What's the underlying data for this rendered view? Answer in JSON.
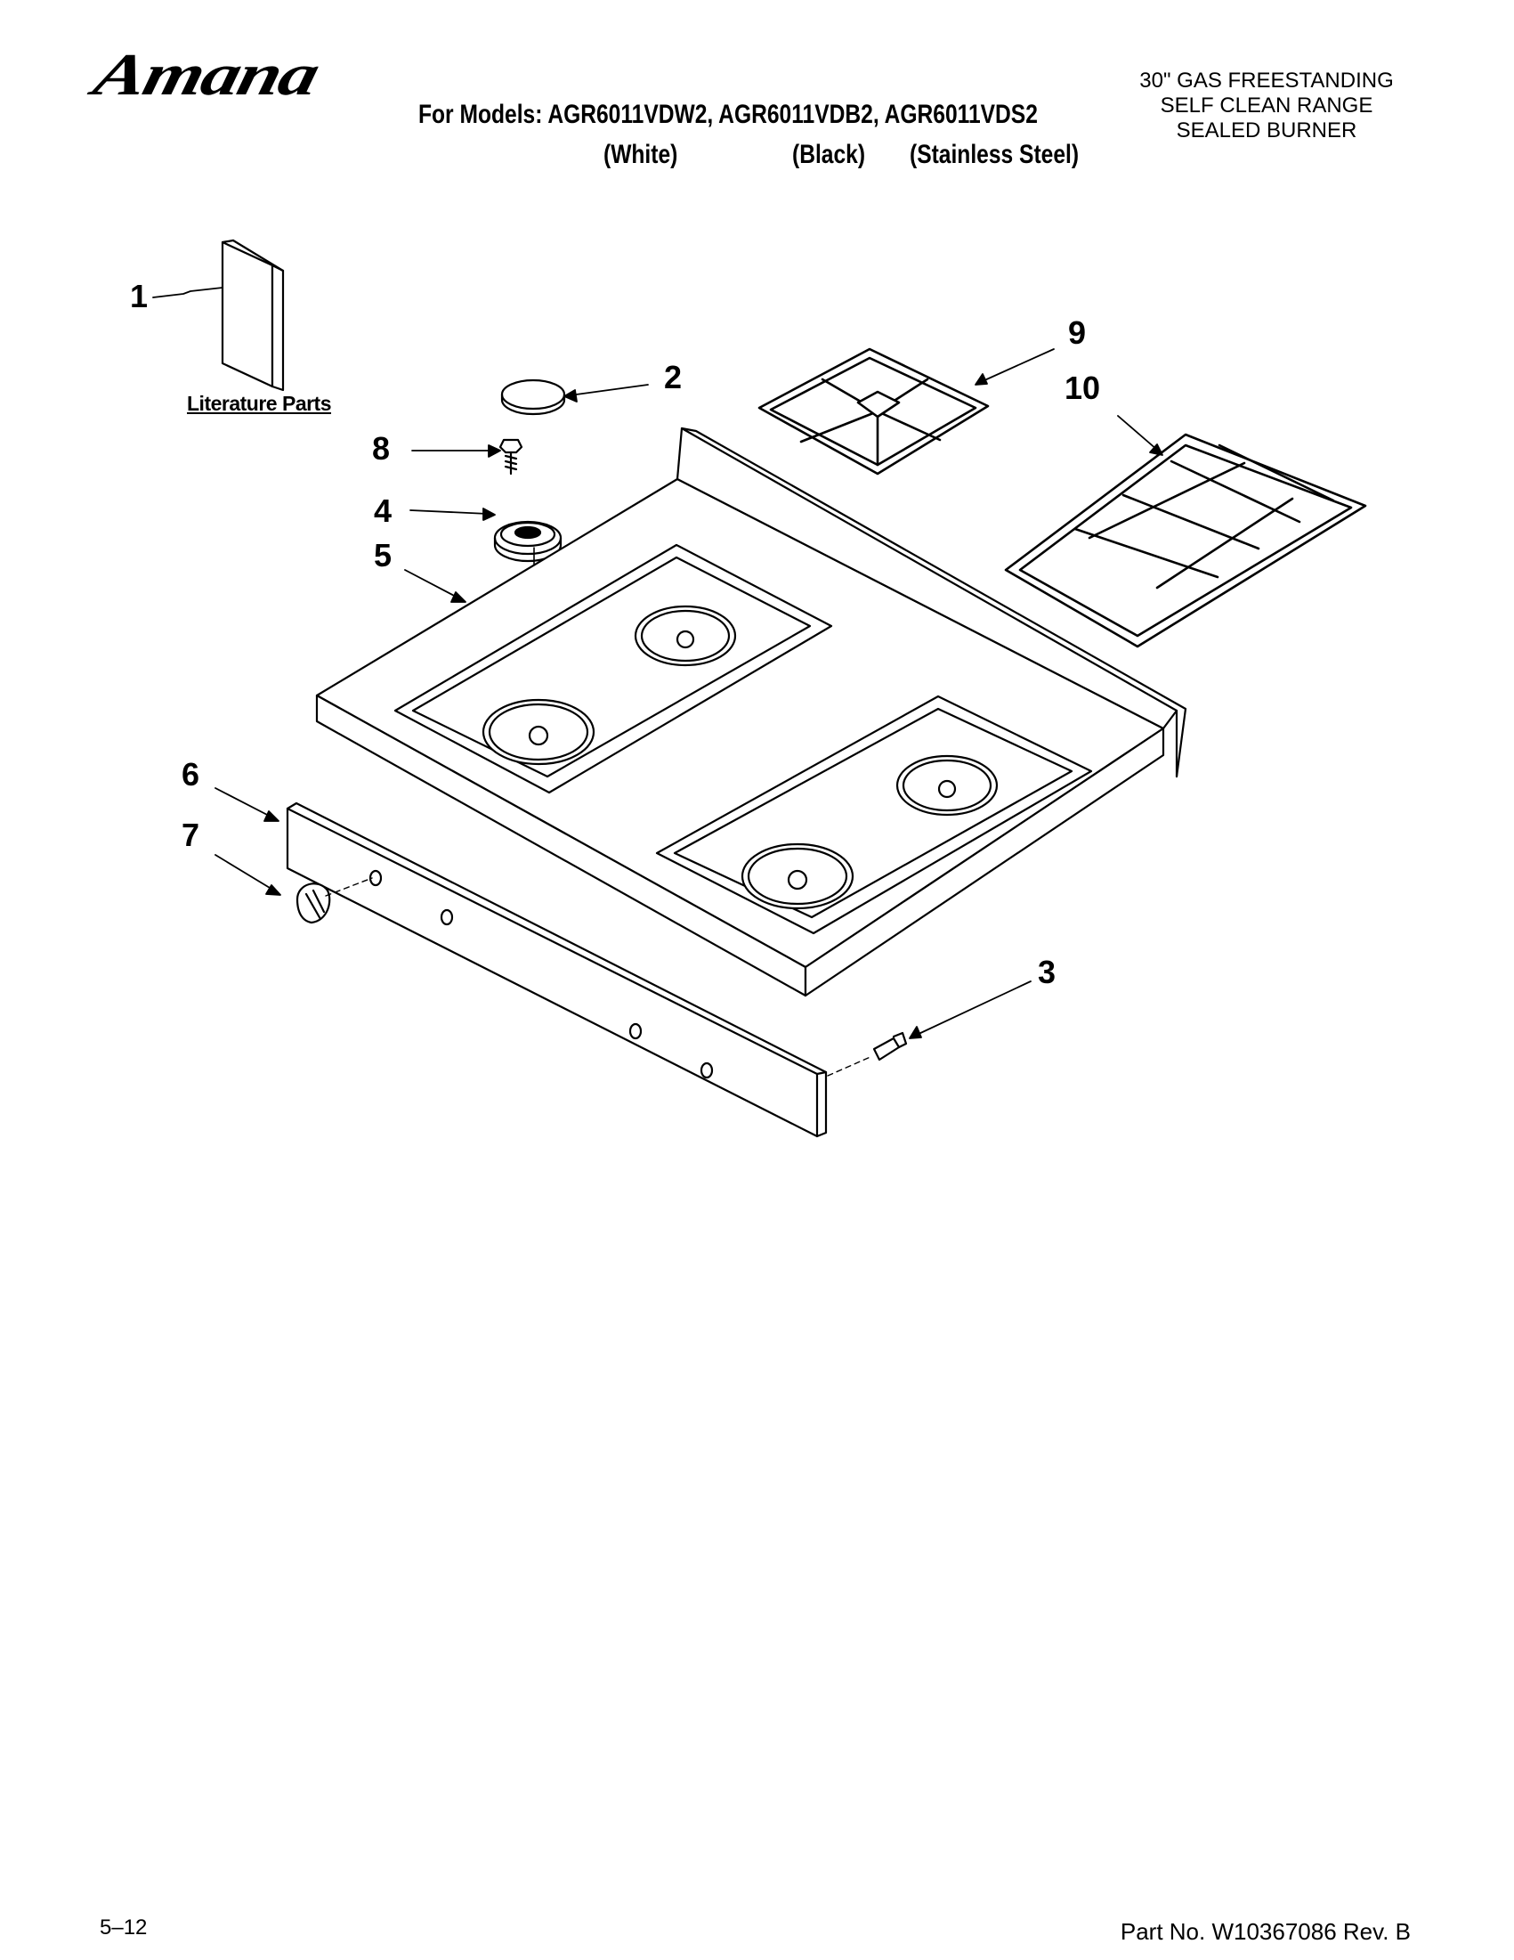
{
  "header": {
    "brand": "Amana",
    "models_line": "For Models: AGR6011VDW2, AGR6011VDB2, AGR6011VDS2",
    "colors": [
      "(White)",
      "(Black)",
      "(Stainless Steel)"
    ],
    "product_description": [
      "30\" GAS FREESTANDING",
      "SELF CLEAN RANGE",
      "SEALED BURNER"
    ]
  },
  "diagram": {
    "callouts": [
      "1",
      "2",
      "3",
      "4",
      "5",
      "6",
      "7",
      "8",
      "9",
      "10"
    ],
    "literature_label": "Literature Parts"
  },
  "footer": {
    "page_number": "5–12",
    "part_number": "Part No. W10367086 Rev. B"
  }
}
